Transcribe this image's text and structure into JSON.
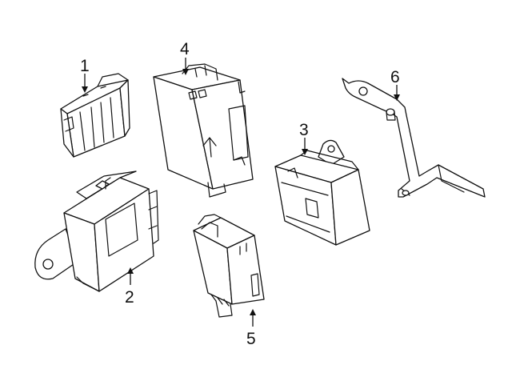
{
  "callouts": [
    "1",
    "2",
    "3",
    "4",
    "5",
    "6"
  ],
  "colors": {
    "line": "#111111",
    "background": "#ffffff"
  }
}
